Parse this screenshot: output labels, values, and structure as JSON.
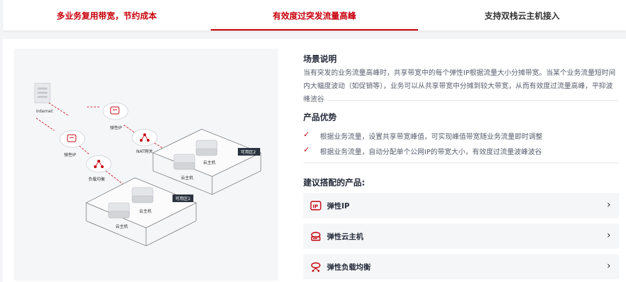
{
  "tabs": [
    {
      "label": "多业务复用带宽，节约成本"
    },
    {
      "label": "有效度过突发流量高峰"
    },
    {
      "label": "支持双栈云主机接入"
    }
  ],
  "scenario": {
    "title": "场景说明",
    "description": "当有突发的业务流量高峰时，共享带宽中的每个弹性IP根据流量大小分摊带宽。当某个业务流量短时间内大幅度波动（如促销等），业务可以从共享带宽中分摊到较大带宽，从而有效度过流量高峰，平抑波峰波谷"
  },
  "advantages": {
    "title": "产品优势",
    "items": [
      "根据业务流量，设置共享带宽峰值，可实现峰值带宽随业务流量即时调整",
      "根据业务流量，自动分配单个公网IP的带宽大小，有效度过流量波峰波谷"
    ]
  },
  "products": {
    "title": "建议搭配的产品:",
    "items": [
      {
        "label": "弹性IP",
        "icon": "eip-icon"
      },
      {
        "label": "弹性云主机",
        "icon": "ecs-icon"
      },
      {
        "label": "弹性负载均衡",
        "icon": "elb-icon"
      }
    ]
  },
  "diagram": {
    "internet": "Internet",
    "eip1": "弹性IP",
    "eip2": "弹性IP",
    "nat": "NAT网关",
    "elb": "负载均衡",
    "zone1": "可用区1",
    "zone2": "可用区2",
    "ecs_labels": [
      "云主机",
      "云主机",
      "云主机",
      "云主机"
    ]
  },
  "colors": {
    "accent": "#c7000b",
    "card_bg": "#f5f6f8"
  }
}
